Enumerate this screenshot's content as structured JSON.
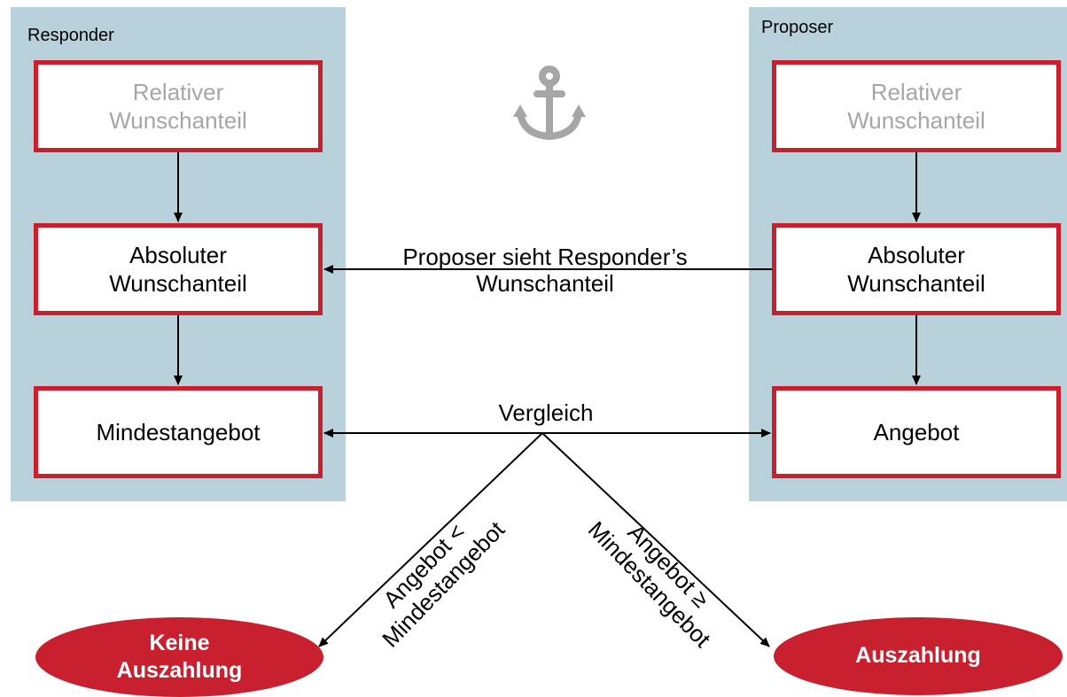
{
  "panels": {
    "responder": {
      "title": "Responder",
      "boxes": {
        "relative": "Relativer\nWunschanteil",
        "absolute": "Absoluter\nWunschanteil",
        "minimum": "Mindestangebot"
      }
    },
    "proposer": {
      "title": "Proposer",
      "boxes": {
        "relative": "Relativer\nWunschanteil",
        "absolute": "Absoluter\nWunschanteil",
        "offer": "Angebot"
      }
    }
  },
  "edges": {
    "sees_label": "Proposer sieht Responder’s\nWunschanteil",
    "compare_label": "Vergleich",
    "reject_label": "Angebot <\nMindestangebot",
    "accept_label": "Angebot ≥\nMindestangebot"
  },
  "outcomes": {
    "reject": "Keine\nAuszahlung",
    "accept": "Auszahlung"
  },
  "icon": "anchor-icon",
  "colors": {
    "panel": "#b9d1da",
    "accent": "#c8202e",
    "faded_text": "#a6a6a6"
  }
}
